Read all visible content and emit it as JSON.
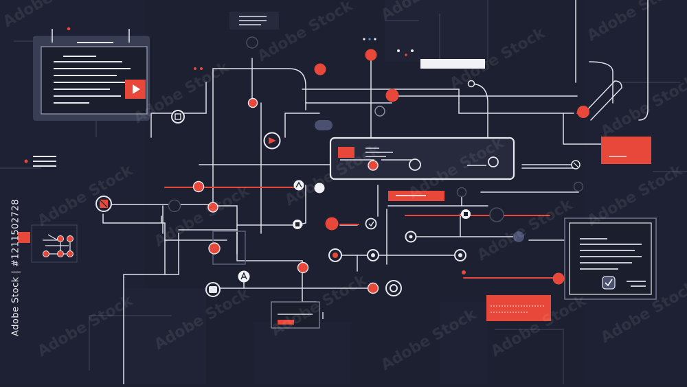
{
  "image": {
    "kind": "network-circuit-illustration",
    "stock_id_text": "Adobe Stock | #1211502728",
    "watermark_text": "Adobe Stock"
  },
  "colors": {
    "background": "#1d2030",
    "panel": "#232636",
    "panel_border": "#3a3e52",
    "line": "#dfe1ea",
    "line_dim": "#4a4e63",
    "accent": "#e8483a",
    "node_fill": "#2a2e42"
  },
  "icons": [
    "play-icon",
    "check-icon",
    "link-icon",
    "arrow-icon",
    "node-icon",
    "menu-lines-icon"
  ]
}
